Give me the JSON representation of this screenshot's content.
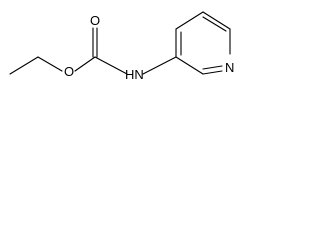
{
  "molecule": {
    "atoms": {
      "ester_oxygen": "O",
      "carbonyl_oxygen": "O",
      "amide_nitrogen": "HN",
      "ring_nitrogen": "N"
    },
    "colors": {
      "bond": "#000000",
      "label": "#000000",
      "background": "#ffffff"
    }
  }
}
